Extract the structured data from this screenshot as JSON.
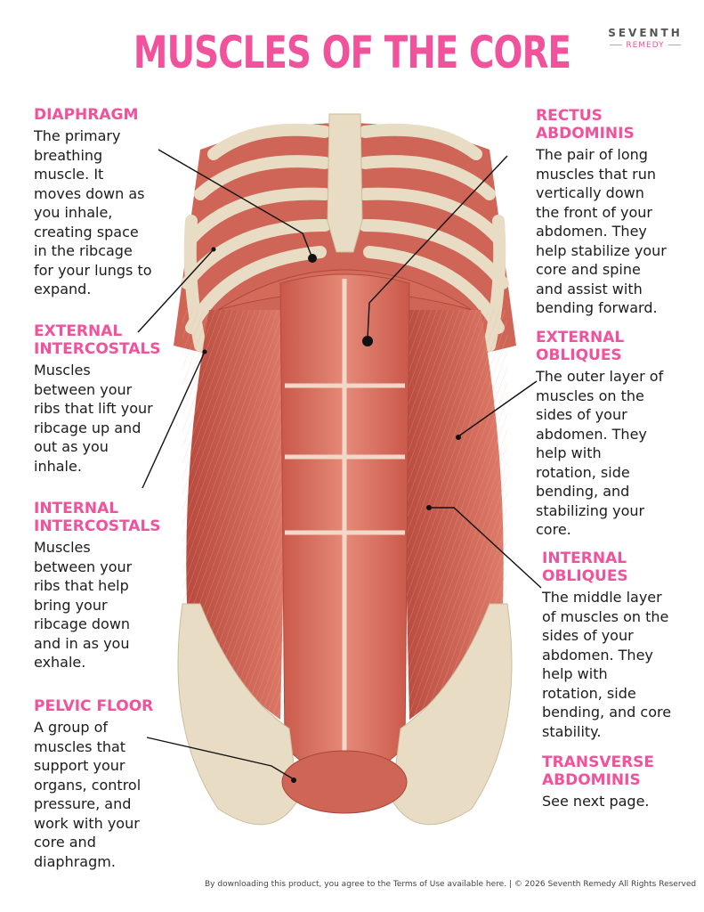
{
  "title": "MUSCLES OF THE CORE",
  "brand": {
    "name": "SEVENTH",
    "sub": "REMEDY"
  },
  "labels": {
    "diaphragm": {
      "heading": "DIAPHRAGM",
      "body": "The primary\nbreathing\nmuscle. It\nmoves down as\nyou inhale,\ncreating space\nin the ribcage\nfor your lungs to\nexpand."
    },
    "external_intercostals": {
      "heading": "EXTERNAL\nINTERCOSTALS",
      "body": "Muscles\nbetween your\nribs that lift your\nribcage up and\nout as you\ninhale."
    },
    "internal_intercostals": {
      "heading": "INTERNAL\nINTERCOSTALS",
      "body": "Muscles\nbetween your\nribs that help\nbring your\nribcage down\nand in as you\nexhale."
    },
    "pelvic_floor": {
      "heading": "PELVIC FLOOR",
      "body": "A group of\nmuscles that\nsupport your\norgans, control\npressure, and\nwork with your\ncore and\ndiaphragm."
    },
    "rectus_abdominis": {
      "heading": "RECTUS\nABDOMINIS",
      "body": "The pair of long\nmuscles that run\nvertically down\nthe front of your\nabdomen. They\nhelp stabilize your\ncore and spine\nand assist with\nbending forward."
    },
    "external_obliques": {
      "heading": "EXTERNAL\nOBLIQUES",
      "body": "The outer layer of\nmuscles on the\nsides of your\nabdomen. They\nhelp with\nrotation, side\nbending, and\nstabilizing your\ncore."
    },
    "internal_obliques": {
      "heading": "INTERNAL\nOBLIQUES",
      "body": "The middle layer\nof muscles on the\nsides of your\nabdomen. They\nhelp with\nrotation, side\nbending, and core\nstability."
    },
    "transverse_abdominis": {
      "heading": "TRANSVERSE\nABDOMINIS",
      "body": "See next page."
    }
  },
  "footer": "By downloading this product, you agree to the Terms of Use available here.  | © 2026 Seventh Remedy All Rights Reserved",
  "colors": {
    "accent": "#f0529c",
    "muscle": "#d9705f",
    "bone": "#e8dcc4",
    "text": "#1c1c1c"
  }
}
